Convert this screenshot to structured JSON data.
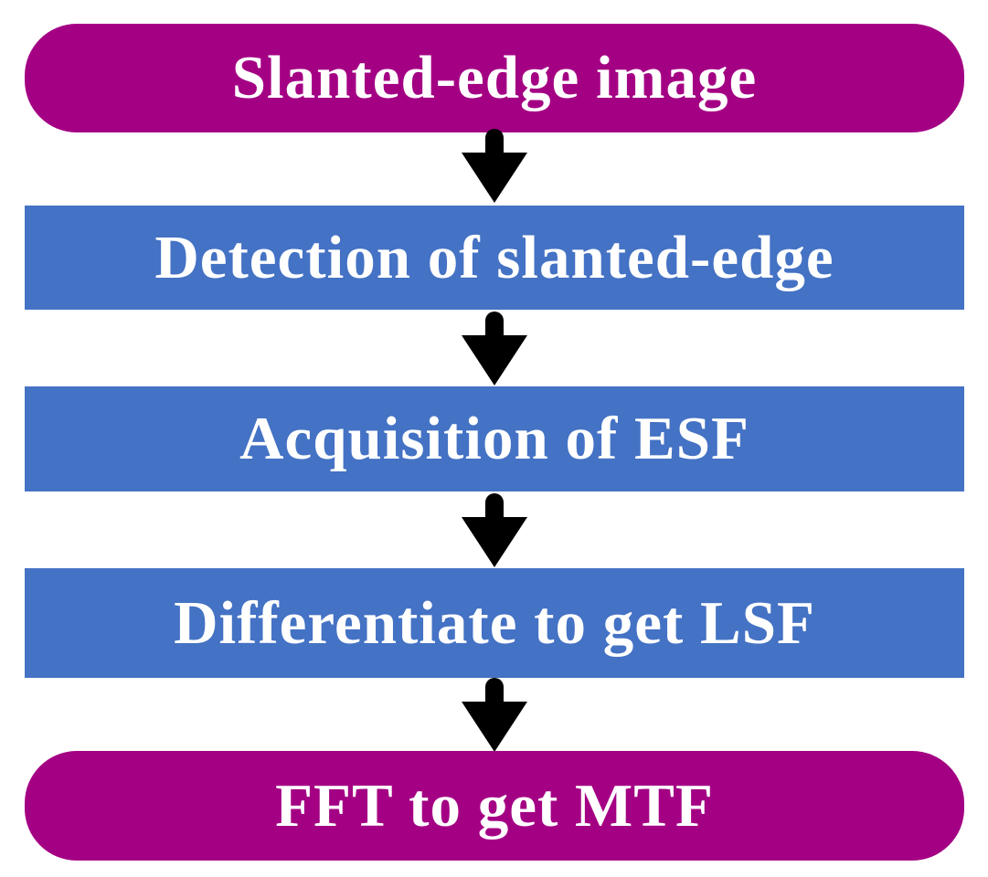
{
  "flowchart": {
    "background": "#ffffff",
    "text_color": "#ffffff",
    "steps": [
      {
        "label": "Slanted-edge image",
        "shape": "rounded",
        "fill": "#a40084"
      },
      {
        "label": "Detection of slanted-edge",
        "shape": "rectangle",
        "fill": "#4472c4"
      },
      {
        "label": "Acquisition of ESF",
        "shape": "rectangle",
        "fill": "#4472c4"
      },
      {
        "label": "Differentiate to get LSF",
        "shape": "rectangle",
        "fill": "#4472c4"
      },
      {
        "label": "FFT to get MTF",
        "shape": "rounded",
        "fill": "#a40084"
      }
    ],
    "connectors": {
      "type": "down-arrow",
      "color": "#000000",
      "count": 4
    }
  }
}
